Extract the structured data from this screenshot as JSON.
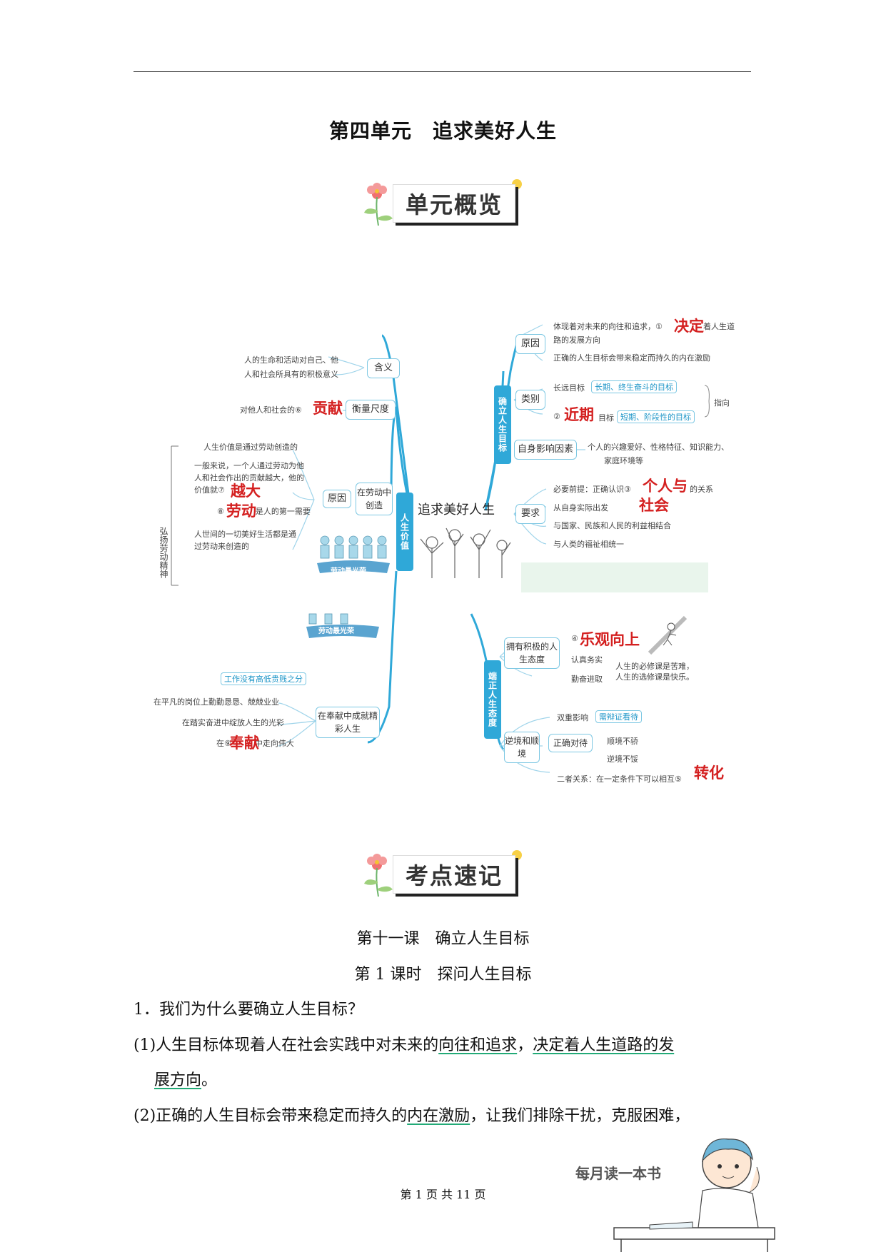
{
  "unit_title": "第四单元　追求美好人生",
  "banners": {
    "overview": "单元概览",
    "keypoints": "考点速记"
  },
  "mindmap": {
    "center": "追求美好人生",
    "left_branch_vertical": "人生价值",
    "right_top_vertical": "确立人生目标",
    "right_bottom_vertical": "端正人生态度",
    "side_vertical": "弘扬劳动精神",
    "nodes": {
      "hanyi": "含义",
      "hengliang": "衡量尺度",
      "laodong_chuangzao": "在劳动中创造",
      "yuanyin_left": "原因",
      "fengxian": "在奉献中成就精彩人生",
      "yuanyin_right": "原因",
      "leibie": "类别",
      "ziyshen": "自身影响因素",
      "yaoqiu": "要求",
      "jiji": "拥有积极的人生态度",
      "nijing": "逆境和顺境",
      "zhengque_duidai": "正确对待"
    },
    "texts": {
      "hanyi_1": "人的生命和活动对自己、他",
      "hanyi_2": "人和社会所具有的积极意义",
      "hengliang": "对他人和社会的⑥",
      "yy_1": "人生价值是通过劳动创造的",
      "yy_2": "一般来说，一个人通过劳动为他",
      "yy_3": "人和社会作出的贡献越大，他的",
      "yy_4": "价值就⑦",
      "yy_5": "⑧　　　　是人的第一需要",
      "yy_6": "人世间的一切美好生活都是通",
      "yy_7": "过劳动来创造的",
      "laodong_img": "劳动最光荣",
      "pill_left": "工作没有高低贵贱之分",
      "fx_1": "在平凡的岗位上勤勤恳恳、兢兢业业",
      "fx_2": "在踏实奋进中绽放人生的光彩",
      "fx_3": "在⑨　　　中走向伟大",
      "r_yy_1": "体现着对未来的向往和追求，①",
      "r_yy_1b": "着人生道",
      "r_yy_2": "路的发展方向",
      "r_yy_3": "正确的人生目标会带来稳定而持久的内在激励",
      "lb_1": "长远目标",
      "lb_pill_1": "长期、终生奋斗的目标",
      "lb_2": "②",
      "lb_2b": "目标",
      "lb_pill_2": "短期、阶段性的目标",
      "lb_zhixiang": "指向",
      "zs_1": "个人的兴趣爱好、性格特征、知识能力、",
      "zs_2": "家庭环境等",
      "yq_1": "必要前提：正确认识③",
      "yq_1b": "的关系",
      "yq_2": "从自身实际出发",
      "yq_3": "与国家、民族和人民的利益相结合",
      "yq_4": "与人类的福祉相统一",
      "jj_1": "④",
      "jj_2": "认真务实",
      "jj_3": "勤奋进取",
      "jj_quote_1": "人生的必修课是苦难，",
      "jj_quote_2": "人生的选修课是快乐。",
      "nj_1": "双重影响",
      "nj_pill": "需辩证看待",
      "nj_2": "顺境不骄",
      "nj_3": "逆境不馁",
      "nj_4": "二者关系：在一定条件下可以相互⑤"
    },
    "answers": {
      "a1": "决定",
      "a2": "近期",
      "a3_1": "个人与",
      "a3_2": "社会",
      "a4": "乐观向上",
      "a5": "转化",
      "a6": "贡献",
      "a7": "越大",
      "a8": "劳动",
      "a9": "奉献"
    }
  },
  "lesson": {
    "title": "第十一课　确立人生目标",
    "subtitle": "第 1 课时　探问人生目标"
  },
  "body": {
    "q1": "1．我们为什么要确立人生目标？",
    "p1a_pre": "(1)人生目标体现着人在社会实践中对未来的",
    "p1a_u1": "向往和追求",
    "p1a_mid": "，",
    "p1a_u2": "决定着人生道路的发",
    "p1b_u": "展方向",
    "p1b_post": "。",
    "p2_pre": "(2)正确的人生目标会带来稳定而持久的",
    "p2_u": "内在激励",
    "p2_post": "，让我们排除干扰，克服困难，"
  },
  "corner_caption": "每月读一本书",
  "footer": "第 1 页 共 11 页"
}
